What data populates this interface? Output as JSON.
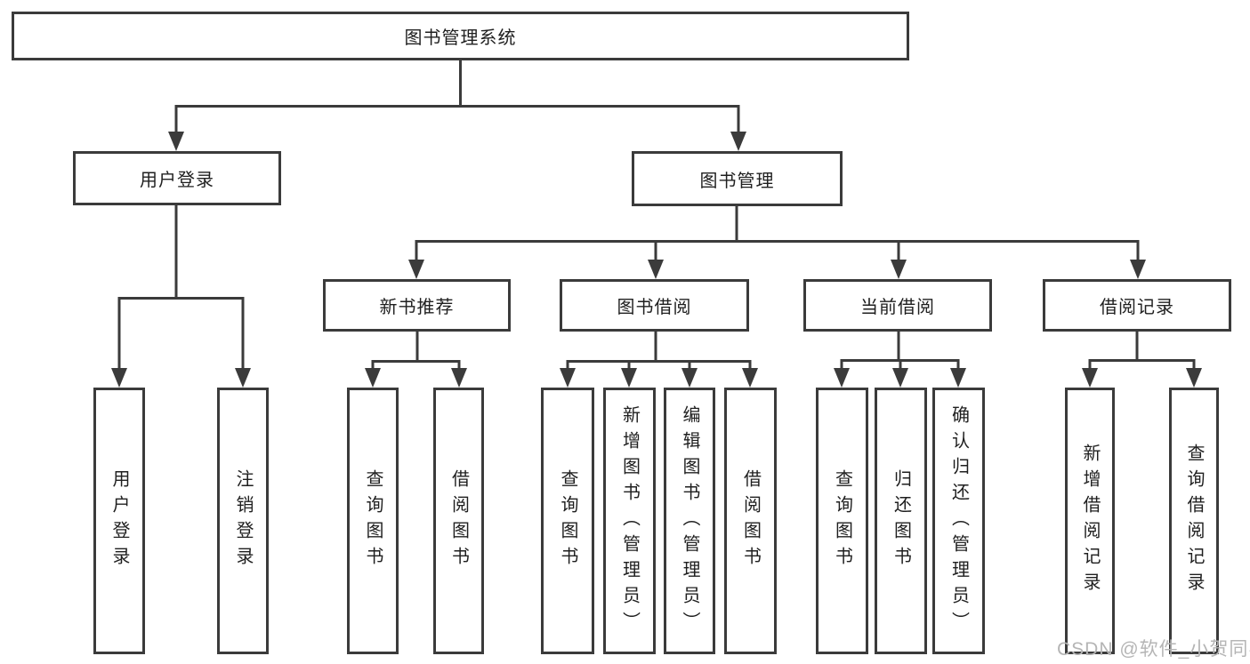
{
  "diagram": {
    "title": "图书管理系统",
    "level2": {
      "user_login": "用户登录",
      "book_mgmt": "图书管理"
    },
    "level3": {
      "new_book_rec": "新书推荐",
      "book_borrow": "图书借阅",
      "current_borrow": "当前借阅",
      "borrow_records": "借阅记录"
    },
    "leaves": {
      "user_login_children": {
        "login": "用户登录",
        "logout": "注销登录"
      },
      "new_book_rec_children": {
        "query_book": "查询图书",
        "borrow_book": "借阅图书"
      },
      "book_borrow_children": {
        "query_book": "查询图书",
        "add_book": "新增图书（管理员）",
        "edit_book": "编辑图书（管理员）",
        "borrow_book": "借阅图书"
      },
      "current_borrow_children": {
        "query_book": "查询图书",
        "return_book": "归还图书",
        "confirm_return": "确认归还（管理员）"
      },
      "borrow_records_children": {
        "add_record": "新增借阅记录",
        "query_record": "查询借阅记录"
      }
    },
    "line_color": "#3b3b3b"
  },
  "watermark": {
    "text": "CSDN @软件_小贺同学",
    "color": "#b5b5b5"
  }
}
